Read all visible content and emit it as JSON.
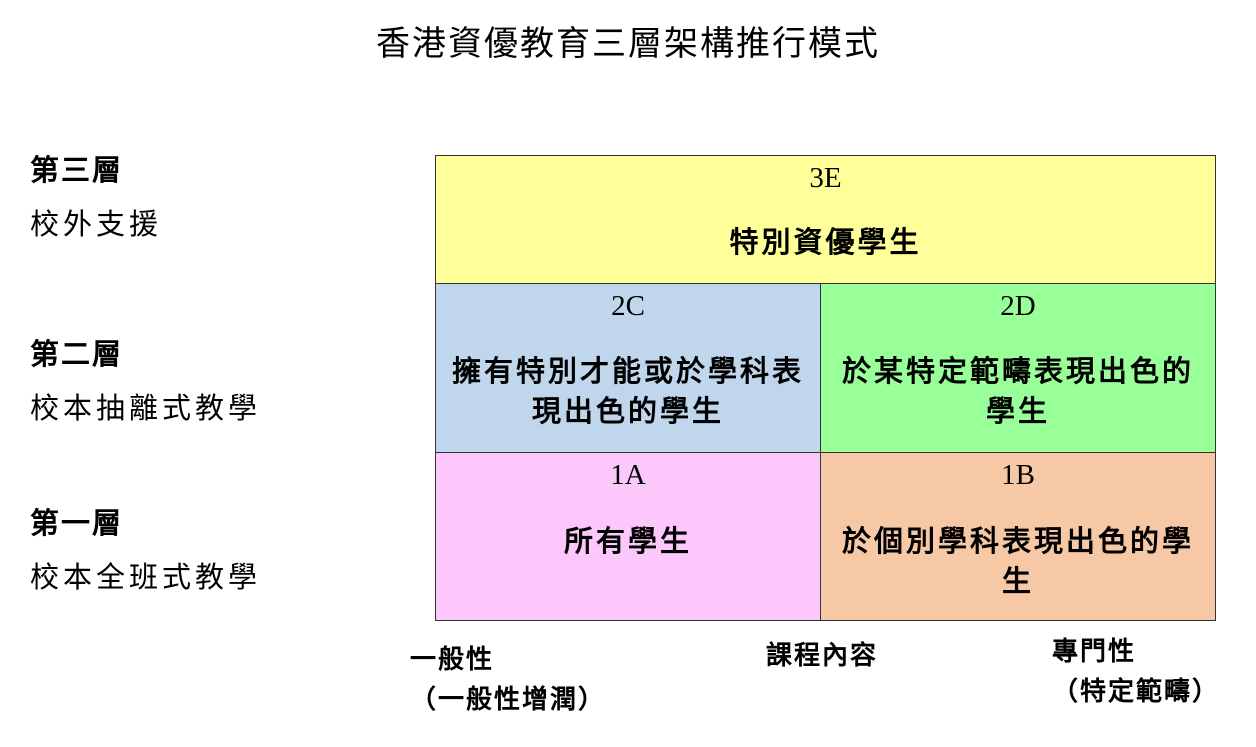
{
  "title": "香港資優教育三層架構推行模式",
  "layers": [
    {
      "name": "第三層",
      "desc": "校外支援"
    },
    {
      "name": "第二層",
      "desc": "校本抽離式教學"
    },
    {
      "name": "第一層",
      "desc": "校本全班式教學"
    }
  ],
  "cells": {
    "3E": {
      "code": "3E",
      "desc": "特別資優學生",
      "color": "#ffff99"
    },
    "2C": {
      "code": "2C",
      "desc": "擁有特別才能或於學科表現出色的學生",
      "color": "#c0d6ec"
    },
    "2D": {
      "code": "2D",
      "desc": "於某特定範疇表現出色的學生",
      "color": "#99ff99"
    },
    "1A": {
      "code": "1A",
      "desc": "所有學生",
      "color": "#fcc8fc"
    },
    "1B": {
      "code": "1B",
      "desc": "於個別學科表現出色的學生",
      "color": "#f7c8a6"
    }
  },
  "axis": {
    "left": {
      "line1": "一般性",
      "line2": "（一般性增潤）"
    },
    "center": "課程內容",
    "right": {
      "line1": "專門性",
      "line2": "（特定範疇）"
    }
  }
}
